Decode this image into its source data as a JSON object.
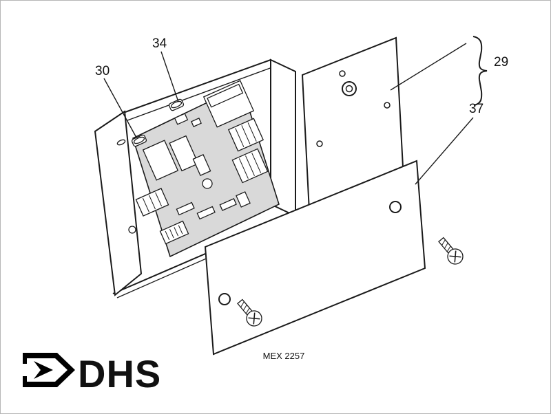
{
  "diagram": {
    "caption": "MEX 2257",
    "logo_text": "DHS",
    "parts": {
      "p29": "29",
      "p30": "30",
      "p34": "34",
      "p37": "37"
    }
  },
  "colors": {
    "ink": "#1a1a1a",
    "pcb_fill": "#d9d9d9",
    "background": "#ffffff"
  }
}
